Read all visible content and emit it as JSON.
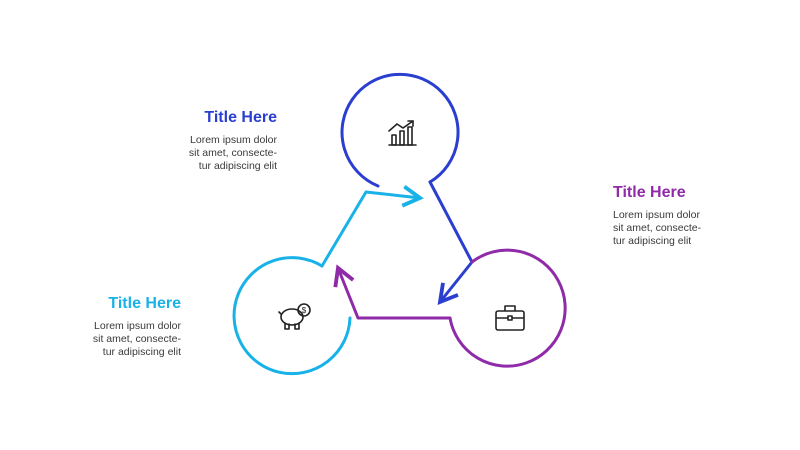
{
  "colors": {
    "blue": "#2a3fd0",
    "purple": "#8f2aa8",
    "cyan": "#19b2e8"
  },
  "blocks": [
    {
      "title": "Title Here",
      "lines": [
        "Lorem ipsum dolor",
        "sit amet, consecte-",
        "tur adipiscing elit"
      ],
      "icon": "bar-chart-icon"
    },
    {
      "title": "Title Here",
      "lines": [
        "Lorem ipsum dolor",
        "sit amet, consecte-",
        "tur adipiscing elit"
      ],
      "icon": "briefcase-icon"
    },
    {
      "title": "Title Here",
      "lines": [
        "Lorem ipsum dolor",
        "sit amet, consecte-",
        "tur adipiscing elit"
      ],
      "icon": "piggy-bank-icon"
    }
  ]
}
